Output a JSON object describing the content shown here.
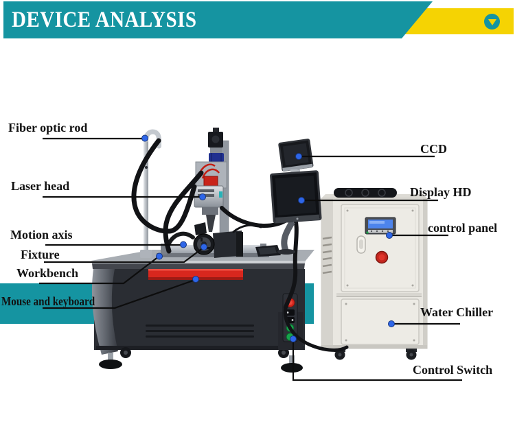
{
  "header": {
    "title": "DEVICE ANALYSIS",
    "scroll_icon": "chevron-down-icon"
  },
  "callouts": {
    "fiber_optic_rod": "Fiber optic rod",
    "laser_head": "Laser head",
    "motion_axis": "Motion axis",
    "fixture": "Fixture",
    "workbench": "Workbench",
    "mouse_keyboard": "Mouse and keyboard",
    "ccd": "CCD",
    "display_hd": "Display HD",
    "control_panel": "control panel",
    "water_chiller": "Water Chiller",
    "control_switch": "Control Switch"
  },
  "colors": {
    "teal": "#1594A1",
    "yellow": "#F5D303",
    "red_accent": "#D8271E",
    "callout_dot_blue": "#2E66E8",
    "callout_line": "#0D0D0D",
    "label_text": "#121212"
  }
}
